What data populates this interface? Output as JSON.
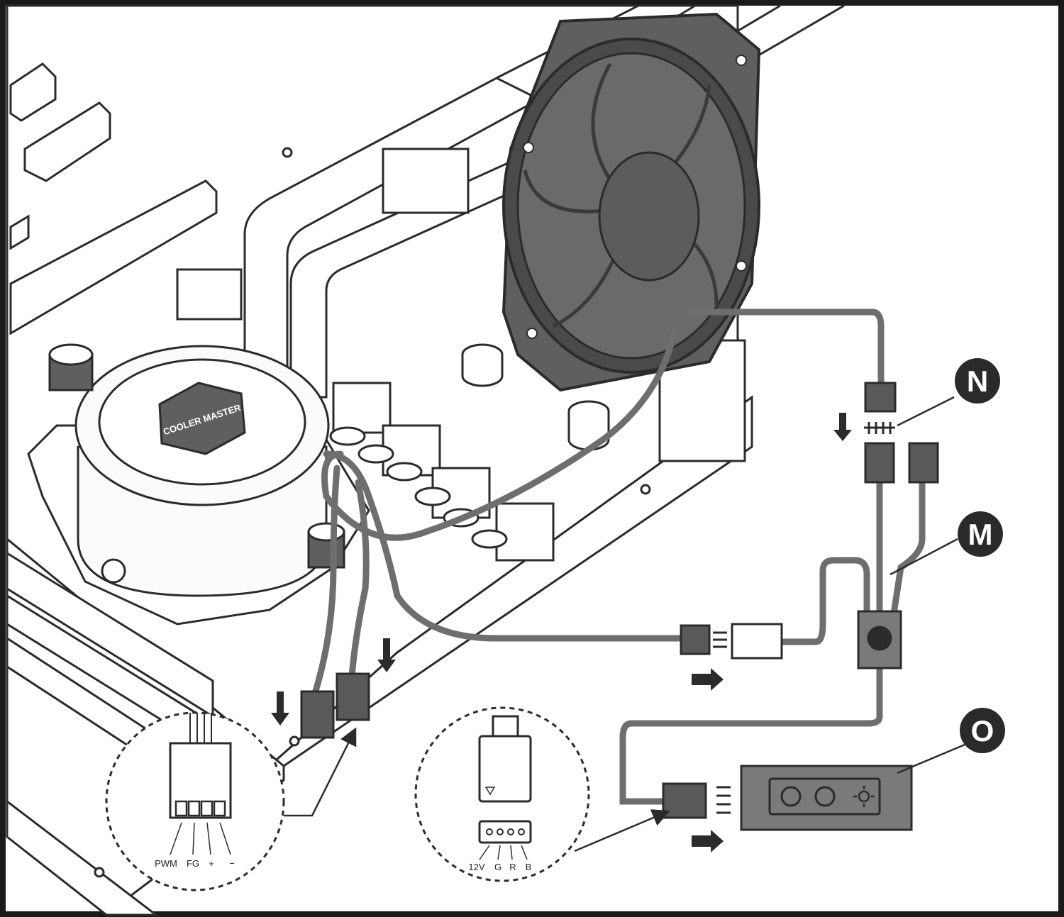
{
  "colors": {
    "frame": "#1a1a1a",
    "line": "#2b2b2b",
    "cable": "#6e6e6e",
    "cable_dark": "#555555",
    "fan_body": "#5f5f5f",
    "fan_dark": "#4a4a4a",
    "connector": "#595959",
    "controller": "#7a7a7a",
    "callout_bg": "#2a2a2a",
    "white": "#ffffff",
    "pump_fill": "#fbfbfb"
  },
  "brand_logo": "COOLER MASTER",
  "callouts": {
    "n": "N",
    "m": "M",
    "o": "O"
  },
  "fan_header_pins": {
    "pwm": "PWM",
    "fg": "FG",
    "plus": "+",
    "minus": "−"
  },
  "rgb_header_pins": {
    "v12": "12V",
    "g": "G",
    "r": "R",
    "b": "B"
  },
  "icons": {
    "direction_arrows": "arrow-icon",
    "controller_buttons": "circle-button-icon",
    "controller_mode": "sun-icon"
  }
}
